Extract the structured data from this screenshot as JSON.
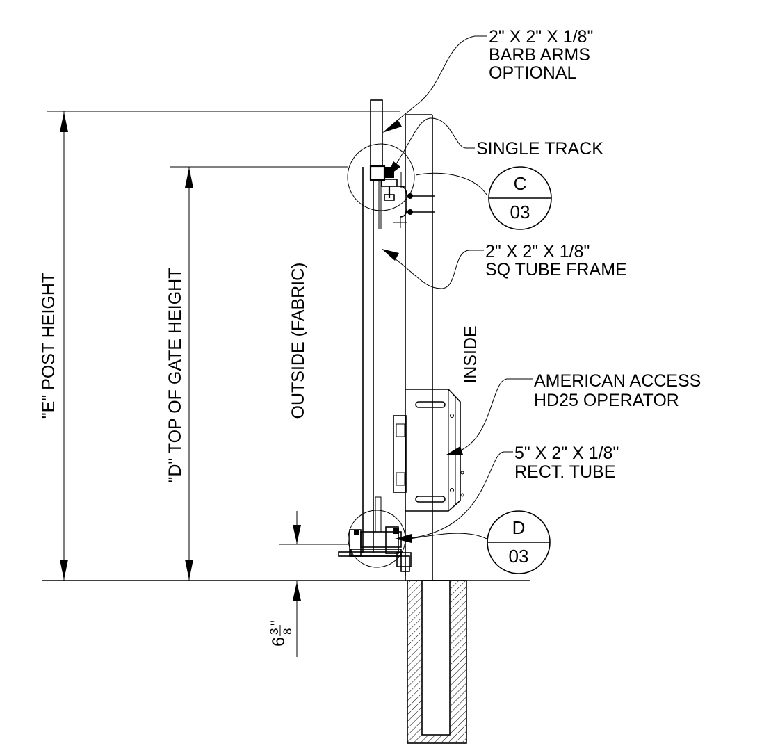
{
  "callouts": {
    "barb_arms": [
      "2\" X 2\" X 1/8\"",
      "BARB ARMS",
      "OPTIONAL"
    ],
    "single_track": "SINGLE TRACK",
    "sq_tube_frame": [
      "2\" X 2\" X 1/8\"",
      "SQ TUBE FRAME"
    ],
    "operator": [
      "AMERICAN ACCESS",
      "HD25 OPERATOR"
    ],
    "rect_tube": [
      "5\" X 2\" X 1/8\"",
      "RECT. TUBE"
    ]
  },
  "detail_bubbles": {
    "c": {
      "letter": "C",
      "sheet": "03"
    },
    "d": {
      "letter": "D",
      "sheet": "03"
    }
  },
  "dimensions": {
    "post_height": "\"E\" POST HEIGHT",
    "gate_height": "\"D\" TOP OF GATE HEIGHT",
    "ground_clearance_whole": "6",
    "ground_clearance_num": "3",
    "ground_clearance_den": "8",
    "ground_clearance_inch": "\""
  },
  "side_labels": {
    "outside": "OUTSIDE (FABRIC)",
    "inside": "INSIDE"
  }
}
